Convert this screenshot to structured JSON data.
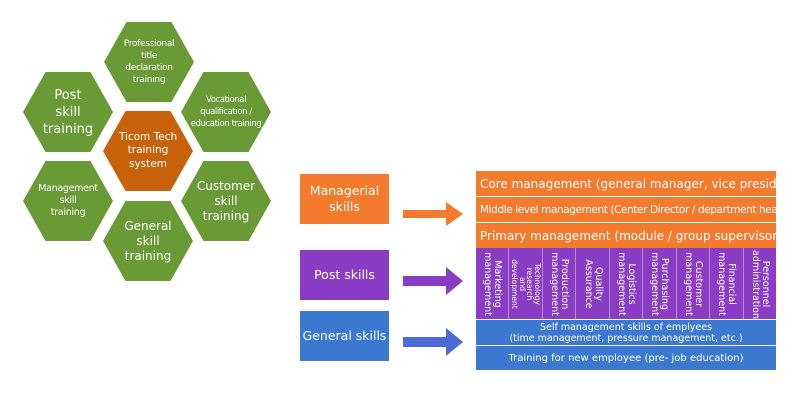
{
  "hexagon_cluster": {
    "center": {
      "label": "Ticom Tech\ntraining\nsystem",
      "color": "#c8620a"
    },
    "hex_color": "#6a9a35",
    "items": [
      {
        "label": "Professional\ntitle\ndeclaration\ntraining"
      },
      {
        "label": "Post\nskill\ntraining"
      },
      {
        "label": "Vocational\nqualification /\neducation training"
      },
      {
        "label": "Management\nskill\ntraining"
      },
      {
        "label": "Customer\nskill\ntraining"
      },
      {
        "label": "General\nskill\ntraining"
      }
    ]
  },
  "categories": [
    {
      "label": "Managerial\nskills",
      "color": "#f47a2e",
      "arrow_color": "#f47a2e"
    },
    {
      "label": "Post skills",
      "color": "#8a3cc4",
      "arrow_color": "#8a3cc4"
    },
    {
      "label": "General skills",
      "color": "#3b78d0",
      "arrow_color": "#4d6bd4"
    }
  ],
  "managerial_levels": [
    "Core management (general manager, vice president)",
    "Middle level management (Center Director / department head)",
    "Primary management (module / group supervisor)"
  ],
  "post_skills": [
    "Marketing\nmanagement",
    "Technology\nresearch\nand\ndevelopment",
    "Production\nmanagement",
    "Quality\nAssurance",
    "Logistics\nmanagement",
    "Purchasing\nmanagement",
    "Customer\nmanagement",
    "Financial\nmanagement",
    "Personnel\nadministration"
  ],
  "general_skills": [
    "Self management skills of emplyees\n(time management, pressure management, etc.)",
    "Training for new employee (pre- job education)"
  ]
}
